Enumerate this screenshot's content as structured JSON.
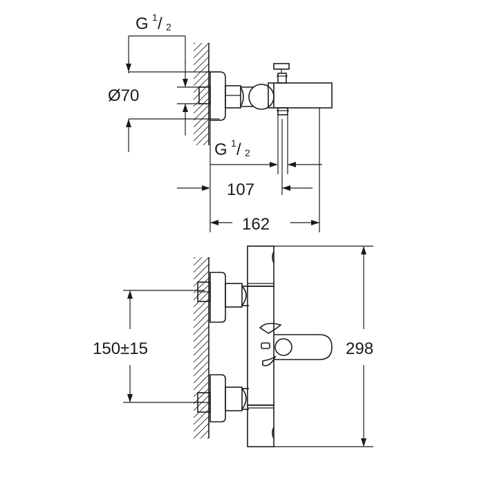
{
  "top_view": {
    "dim_thread_top": {
      "label": "G",
      "num": "1",
      "den": "2"
    },
    "dim_diameter": "Ø70",
    "dim_thread_outlet": {
      "label": "G",
      "num": "1",
      "den": "2"
    },
    "dim_107": "107",
    "dim_162": "162"
  },
  "front_view": {
    "dim_spacing": "150±15",
    "dim_height": "298"
  },
  "colors": {
    "line": "#1a1a1a",
    "background": "#ffffff"
  }
}
